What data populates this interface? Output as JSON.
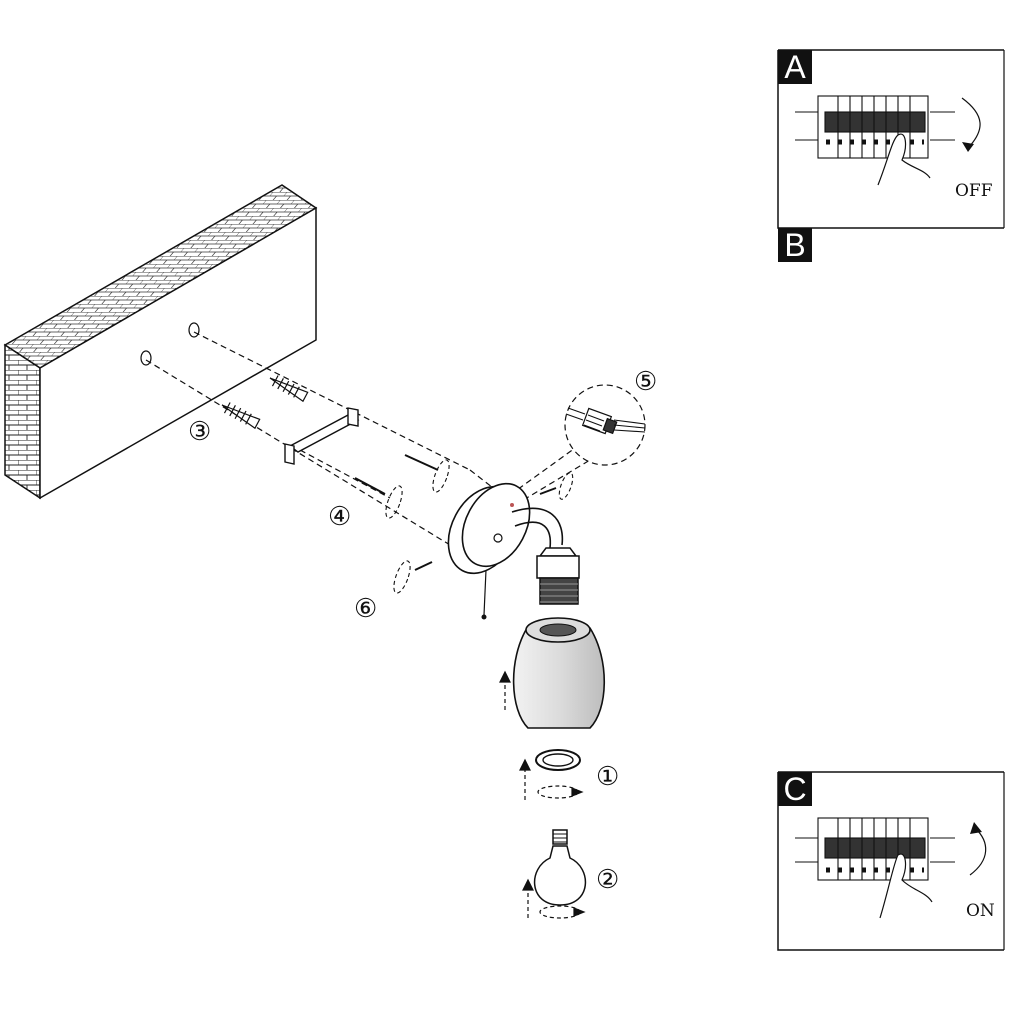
{
  "panels": {
    "a": {
      "tag": "A",
      "label": "OFF"
    },
    "b": {
      "tag": "B"
    },
    "c": {
      "tag": "C",
      "label": "ON"
    }
  },
  "steps": {
    "s1": "①",
    "s2": "②",
    "s3": "③",
    "s4": "④",
    "s5": "⑤",
    "s6": "⑥"
  }
}
